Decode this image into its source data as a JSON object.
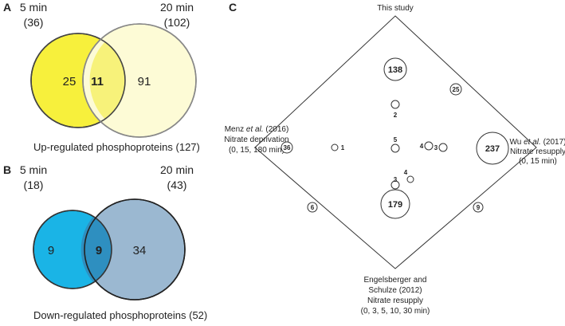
{
  "panel_a": {
    "label": "A",
    "left_time": "5 min",
    "left_count": "(36)",
    "right_time": "20 min",
    "right_count": "(102)",
    "left_only": "25",
    "overlap": "11",
    "right_only": "91",
    "caption": "Up-regulated phosphoproteins (127)",
    "colors": {
      "left": "#f7f03c",
      "right": "#fdfbd6",
      "overlap": "#f7f27a"
    }
  },
  "panel_b": {
    "label": "B",
    "left_time": "5 min",
    "left_count": "(18)",
    "right_time": "20 min",
    "right_count": "(43)",
    "left_only": "9",
    "overlap": "9",
    "right_only": "34",
    "caption": "Down-regulated phosphoproteins (52)",
    "colors": {
      "left": "#1ab4e6",
      "right": "#9bb8d1",
      "overlap": "#2e8fc0"
    }
  },
  "panel_c": {
    "label": "C",
    "top": {
      "line1": "This study"
    },
    "left": {
      "line1_pre": "Menz ",
      "line1_em": "et al.",
      "line1_post": " (2016)",
      "line2": "Nitrate deprivation",
      "line3": "(0, 15, 180 min)"
    },
    "right": {
      "line1_pre": "Wu ",
      "line1_em": "et al.",
      "line1_post": " (2017)",
      "line2": "Nitrate resupply",
      "line3": "(0, 15 min)"
    },
    "bottom": {
      "line1": "Engelsberger and",
      "line2": "Schulze (2012)",
      "line3": "Nitrate resupply",
      "line4": "(0, 3, 5, 10, 30 min)"
    },
    "counts": {
      "top_only": "138",
      "left_only": "36",
      "right_only": "237",
      "bottom_only": "179",
      "top_right": "25",
      "left_bottom": "6",
      "right_bottom": "9",
      "center_top": "2",
      "center_left": "1",
      "center_mid": "5",
      "center_right_a": "4",
      "center_right_b": "3",
      "center_bottom_a": "4",
      "center_bottom_b": "3"
    }
  }
}
